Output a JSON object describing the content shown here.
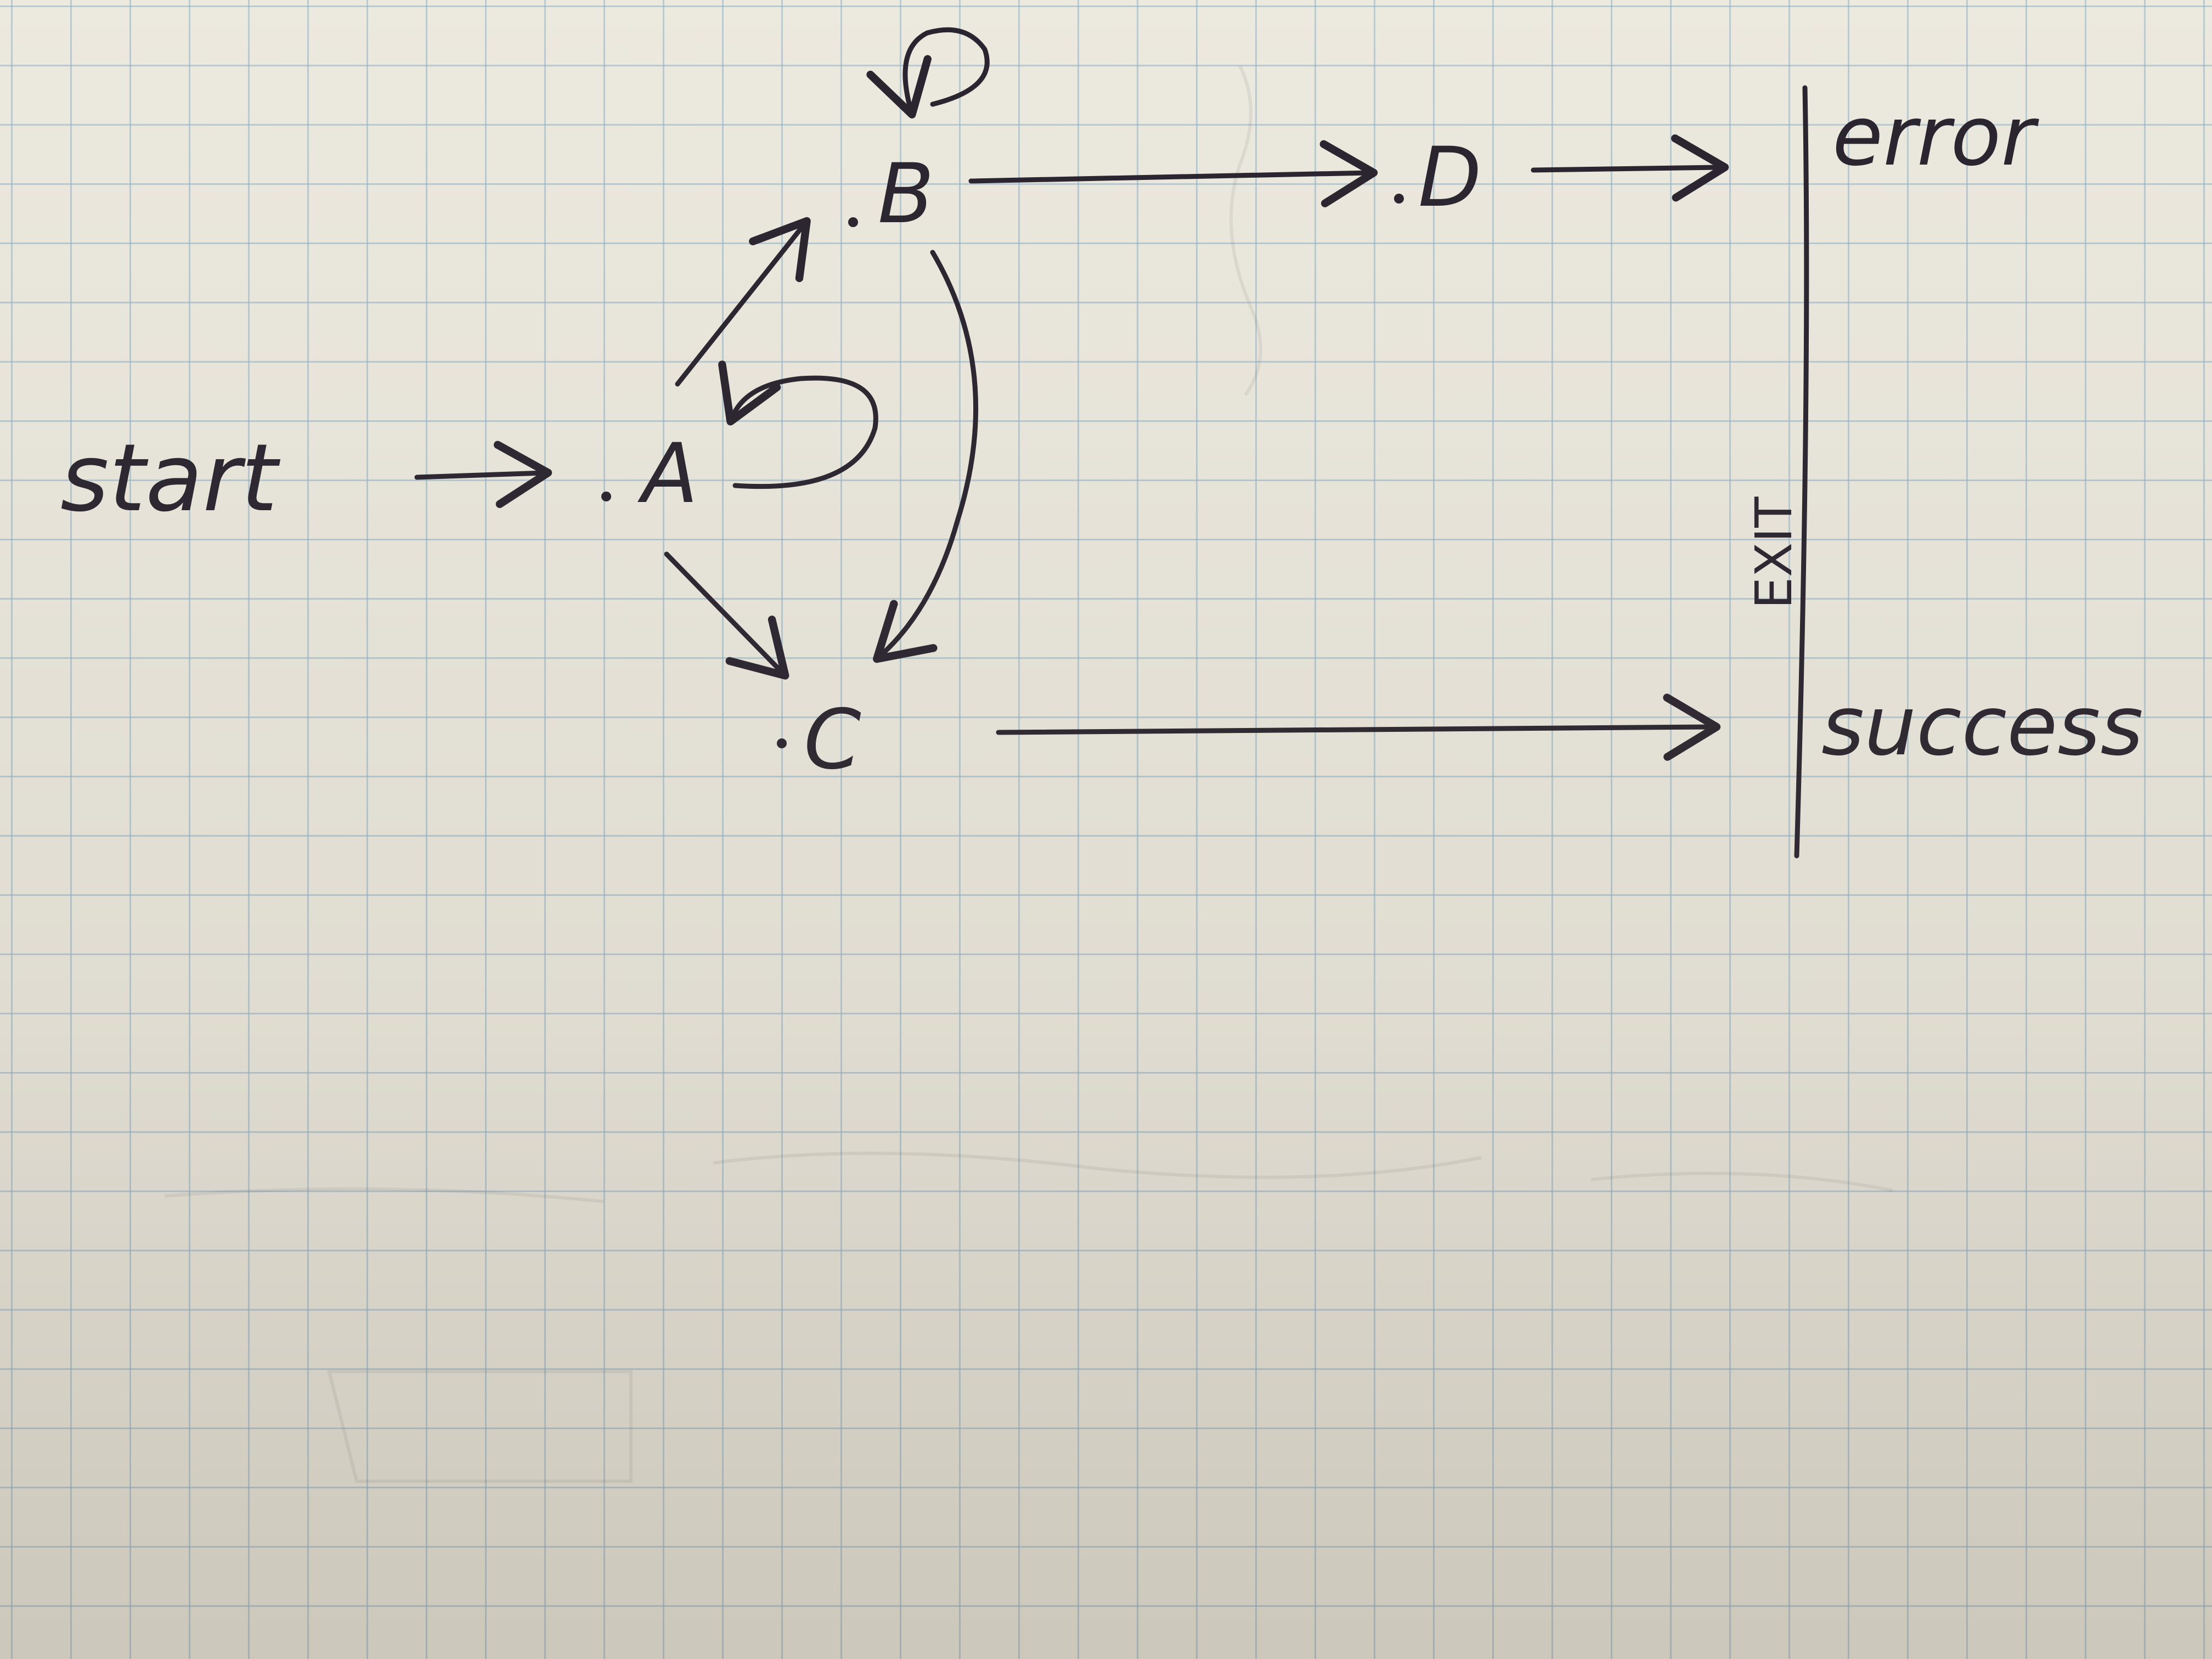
{
  "diagram": {
    "start_label": "start",
    "nodes": {
      "a": "A",
      "b": "B",
      "c": "C",
      "d": "D"
    },
    "exit_label": "EXIT",
    "outcomes": {
      "error": "error",
      "success": "success"
    }
  },
  "colors": {
    "ink": "#2a2430",
    "paper": "#ece9df",
    "grid": "#96afbe"
  }
}
